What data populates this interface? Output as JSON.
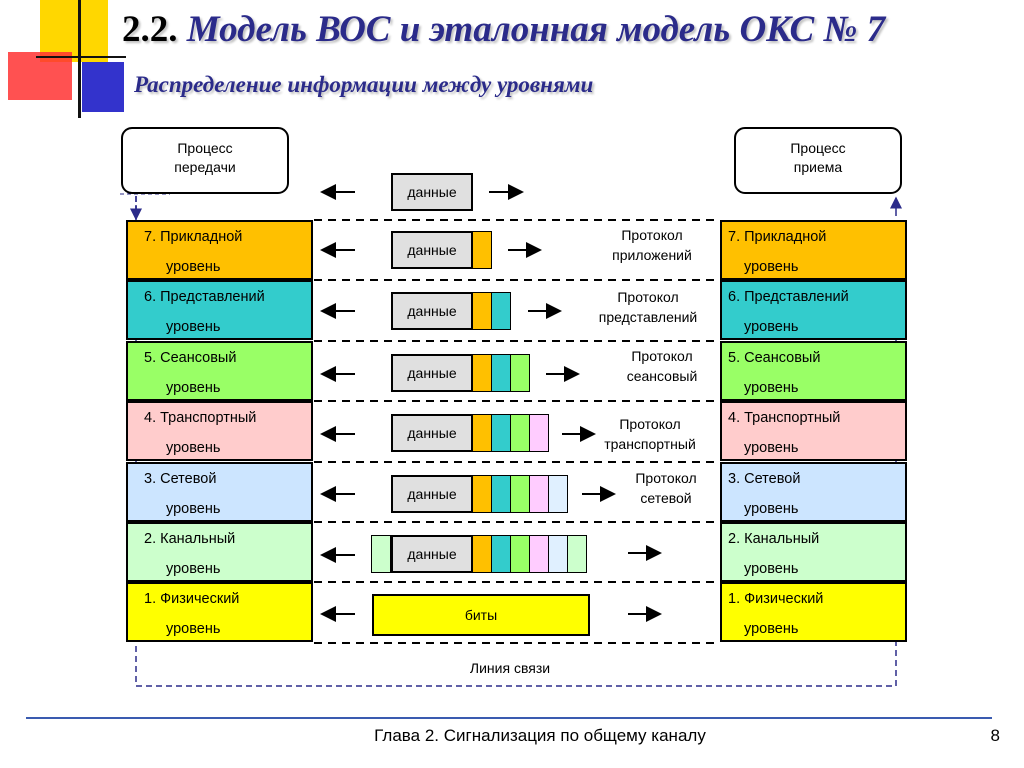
{
  "header": {
    "number": "2.2.",
    "title": "Модель ВОС и эталонная модель ОКС № 7",
    "subtitle": "Распределение информации между уровнями"
  },
  "processes": {
    "sender_line1": "Процесс",
    "sender_line2": "передачи",
    "receiver_line1": "Процесс",
    "receiver_line2": "приема"
  },
  "colors": {
    "l7": "#ffc000",
    "l6": "#33cccc",
    "l5": "#99ff66",
    "l4": "#ffcccc",
    "l3": "#cce5ff",
    "l2": "#ccffcc",
    "l1": "#ffff00"
  },
  "layers": [
    {
      "line1": "7. Прикладной",
      "line2": "уровень"
    },
    {
      "line1": "6. Представлений",
      "line2": "уровень"
    },
    {
      "line1": "5. Сеансовый",
      "line2": "уровень"
    },
    {
      "line1": "4. Транспортный",
      "line2": "уровень"
    },
    {
      "line1": "3. Сетевой",
      "line2": "уровень"
    },
    {
      "line1": "2. Канальный",
      "line2": "уровень"
    },
    {
      "line1": "1. Физический",
      "line2": "уровень"
    }
  ],
  "data_label": "данные",
  "bits_label": "биты",
  "protocols": [
    {
      "line1": "Протокол",
      "line2": "приложений"
    },
    {
      "line1": "Протокол",
      "line2": "представлений"
    },
    {
      "line1": "Протокол",
      "line2": "сеансовый"
    },
    {
      "line1": "Протокол",
      "line2": "транспортный"
    },
    {
      "line1": "Протокол",
      "line2": "сетевой"
    }
  ],
  "link_label": "Линия связи",
  "footer": {
    "chapter": "Глава 2. Сигнализация по общему каналу",
    "page": "8"
  }
}
